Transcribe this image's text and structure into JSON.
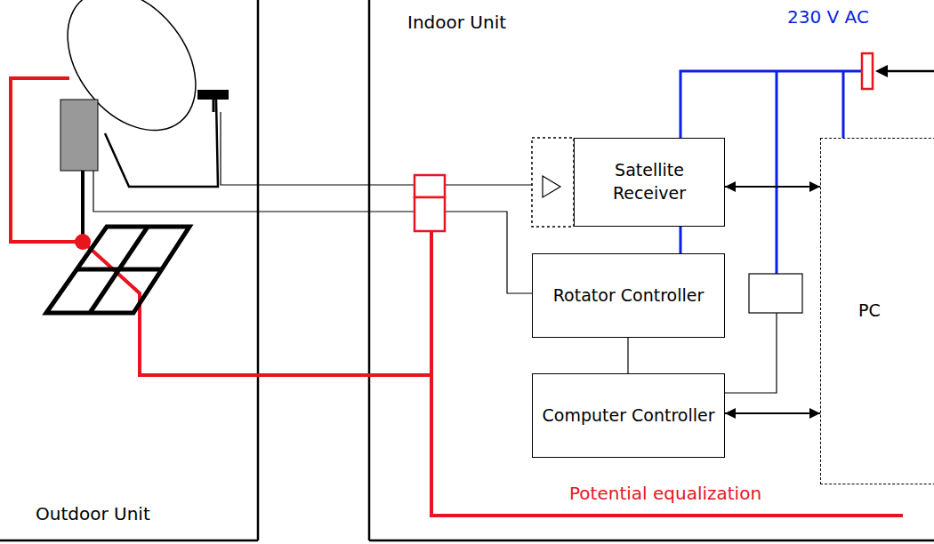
{
  "diagram": {
    "nodes": [
      {
        "text": [
          "Satellite Receiver"
        ]
      },
      {
        "text": [
          "Rotator Controller"
        ]
      },
      {
        "text": [
          "Computer Controller"
        ]
      },
      {
        "text": [
          "PC"
        ]
      }
    ],
    "edges": [
      {
        "from": 0,
        "to": 3,
        "arrow": "both"
      },
      {
        "from": 0,
        "to": 1,
        "arrow": "none"
      },
      {
        "from": 1,
        "to": 2,
        "arrow": "none"
      },
      {
        "from": 2,
        "to": 3,
        "arrow": "both"
      }
    ],
    "labels": [
      "Indoor Unit",
      "230 V AC",
      "Potential equalization",
      "Outdoor Unit"
    ]
  }
}
